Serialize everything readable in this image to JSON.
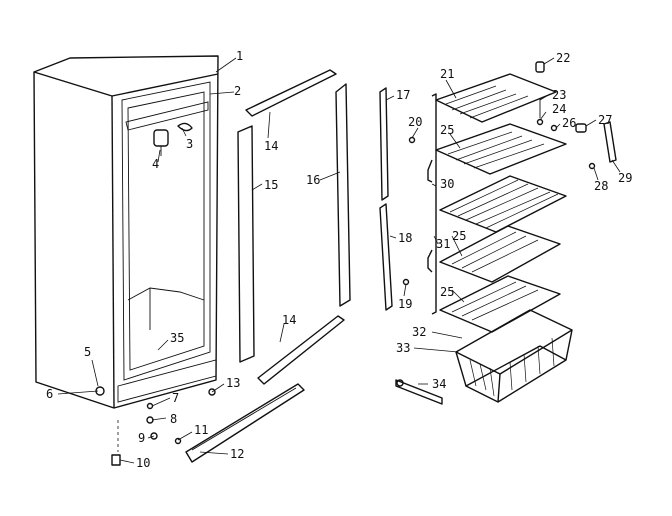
{
  "callouts": [
    "1",
    "2",
    "3",
    "4",
    "5",
    "6",
    "7",
    "8",
    "9",
    "10",
    "11",
    "12",
    "13",
    "14",
    "14",
    "15",
    "16",
    "17",
    "18",
    "19",
    "20",
    "21",
    "22",
    "23",
    "24",
    "25",
    "25",
    "25",
    "26",
    "27",
    "28",
    "29",
    "30",
    "31",
    "32",
    "33",
    "34",
    "35"
  ]
}
